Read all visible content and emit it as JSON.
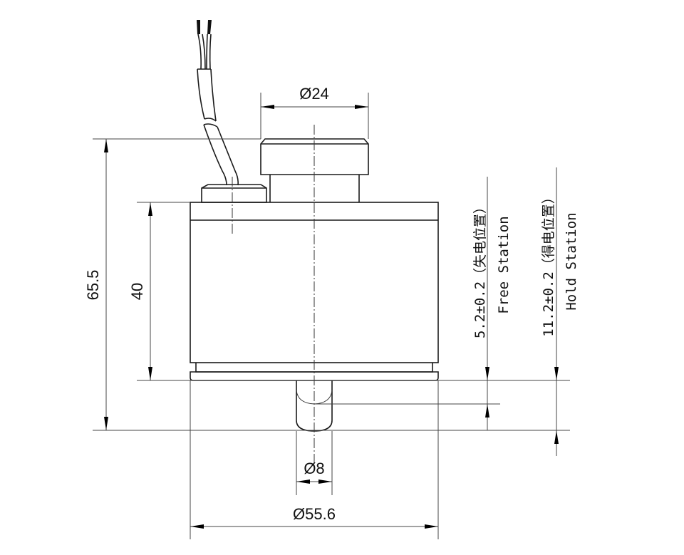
{
  "drawing": {
    "type": "technical-drawing",
    "subject": "solenoid / electromagnet side elevation",
    "dimensions": {
      "top_diameter": "Ø24",
      "total_height": "65.5",
      "body_height": "40",
      "pin_diameter": "Ø8",
      "body_diameter": "Ø55.6",
      "free_station_stroke": "5.2±0.2（失电位置）",
      "free_station_label": "Free Station",
      "hold_station_stroke": "11.2±0.2（得电位置）",
      "hold_station_label": "Hold Station"
    },
    "colors": {
      "line": "#1a1a1a",
      "background": "#ffffff"
    }
  }
}
